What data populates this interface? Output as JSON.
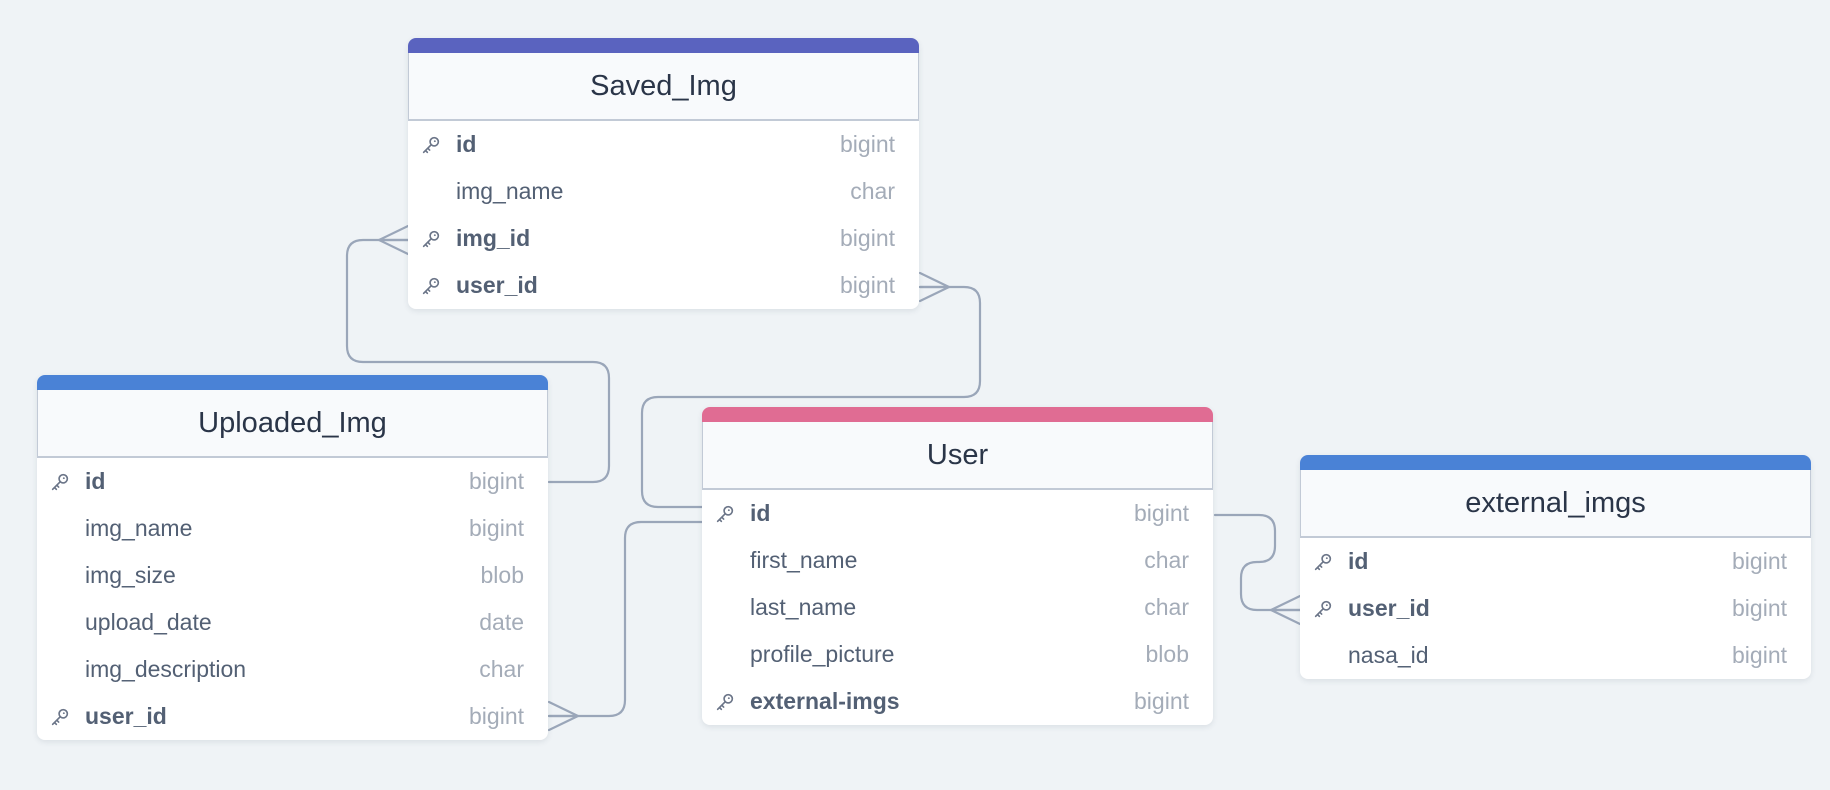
{
  "colors": {
    "background": "#eff3f6",
    "connector": "#9aa6b9"
  },
  "tables": [
    {
      "id": "saved-img",
      "name": "Saved_Img",
      "accent": "#5a63bf",
      "columns": [
        {
          "name": "id",
          "type": "bigint",
          "key": true
        },
        {
          "name": "img_name",
          "type": "char",
          "key": false
        },
        {
          "name": "img_id",
          "type": "bigint",
          "key": true
        },
        {
          "name": "user_id",
          "type": "bigint",
          "key": true
        }
      ]
    },
    {
      "id": "uploaded-img",
      "name": "Uploaded_Img",
      "accent": "#4a82d6",
      "columns": [
        {
          "name": "id",
          "type": "bigint",
          "key": true
        },
        {
          "name": "img_name",
          "type": "bigint",
          "key": false
        },
        {
          "name": "img_size",
          "type": "blob",
          "key": false
        },
        {
          "name": "upload_date",
          "type": "date",
          "key": false
        },
        {
          "name": "img_description",
          "type": "char",
          "key": false
        },
        {
          "name": "user_id",
          "type": "bigint",
          "key": true
        }
      ]
    },
    {
      "id": "user",
      "name": "User",
      "accent": "#e06c93",
      "columns": [
        {
          "name": "id",
          "type": "bigint",
          "key": true
        },
        {
          "name": "first_name",
          "type": "char",
          "key": false
        },
        {
          "name": "last_name",
          "type": "char",
          "key": false
        },
        {
          "name": "profile_picture",
          "type": "blob",
          "key": false
        },
        {
          "name": "external-imgs",
          "type": "bigint",
          "key": true
        }
      ]
    },
    {
      "id": "external-imgs",
      "name": "external_imgs",
      "accent": "#4a82d6",
      "columns": [
        {
          "name": "id",
          "type": "bigint",
          "key": true
        },
        {
          "name": "user_id",
          "type": "bigint",
          "key": true
        },
        {
          "name": "nasa_id",
          "type": "bigint",
          "key": false
        }
      ]
    }
  ],
  "relations": [
    {
      "from": "uploaded-img.id",
      "to": "saved-img.img_id",
      "cardinality": "one-to-many"
    },
    {
      "from": "user.id",
      "to": "saved-img.user_id",
      "cardinality": "one-to-many"
    },
    {
      "from": "user.id",
      "to": "uploaded-img.user_id",
      "cardinality": "one-to-many"
    },
    {
      "from": "user.id",
      "to": "external-imgs.user_id",
      "cardinality": "one-to-many"
    }
  ]
}
